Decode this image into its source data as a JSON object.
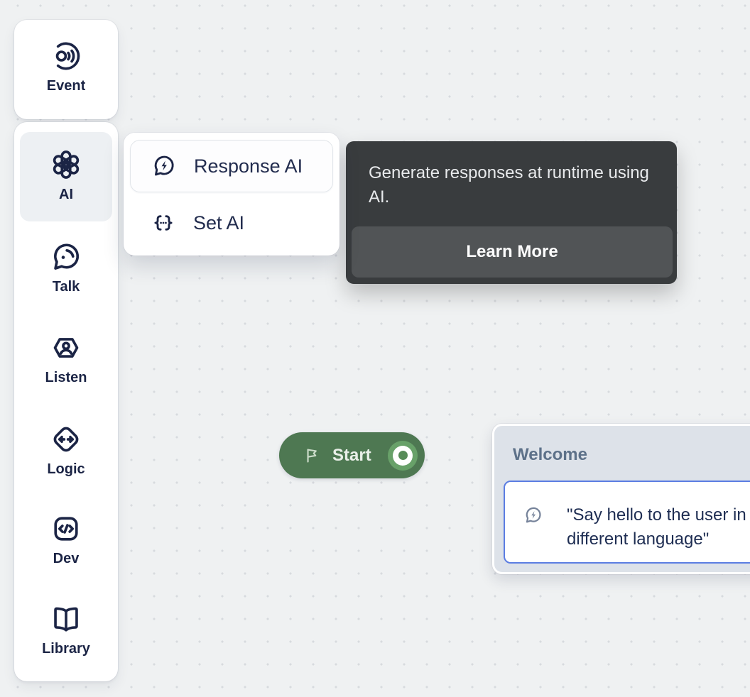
{
  "colors": {
    "canvas_bg": "#eff1f2",
    "dot_grid": "#d7dade",
    "navy_text": "#1b2445",
    "card_bg": "#ffffff",
    "ai_item_highlight": "#edf0f3",
    "start_green": "#4e7852",
    "port_ring_green": "#68a169",
    "port_dot_green": "#578b58",
    "tooltip_bg": "#393c3e",
    "tooltip_button_bg": "#515456",
    "selection_blue": "#5b7de2",
    "welcome_header_bg": "#dde2e9",
    "welcome_title_color": "#5d7189"
  },
  "sidebar": {
    "items": [
      {
        "label": "Event",
        "icon": "event-icon",
        "selected": false
      },
      {
        "label": "AI",
        "icon": "ai-icon",
        "selected": true
      },
      {
        "label": "Talk",
        "icon": "talk-icon",
        "selected": false
      },
      {
        "label": "Listen",
        "icon": "listen-icon",
        "selected": false
      },
      {
        "label": "Logic",
        "icon": "logic-icon",
        "selected": false
      },
      {
        "label": "Dev",
        "icon": "dev-icon",
        "selected": false
      },
      {
        "label": "Library",
        "icon": "library-icon",
        "selected": false
      }
    ]
  },
  "ai_menu": {
    "items": [
      {
        "label": "Response AI",
        "icon": "message-bolt-icon",
        "highlighted": true
      },
      {
        "label": "Set AI",
        "icon": "braces-dots-icon",
        "highlighted": false
      }
    ]
  },
  "tooltip": {
    "text": "Generate responses at runtime using AI.",
    "button_label": "Learn More"
  },
  "canvas": {
    "start_node": {
      "label": "Start",
      "icon": "flag-icon"
    },
    "welcome_block": {
      "title": "Welcome",
      "icon": "message-bolt-icon",
      "message": "\"Say hello to the user in different language\""
    }
  }
}
